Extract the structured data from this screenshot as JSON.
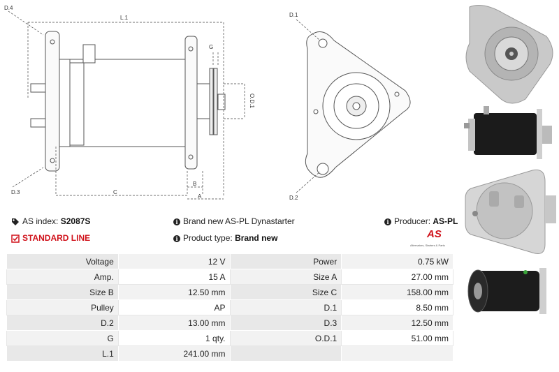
{
  "dimensions": {
    "l1": "L.1",
    "d4": "D.4",
    "d3": "D.3",
    "c": "C",
    "b": "B",
    "a": "A",
    "g": "G",
    "od1": "O.D.1",
    "d1": "D.1",
    "d2": "D.2"
  },
  "info": {
    "as_index_label": "AS index:",
    "as_index_value": "S2087S",
    "description": "Brand new AS-PL Dynastarter",
    "producer_label": "Producer:",
    "producer_value": "AS-PL",
    "standard_line": "STANDARD LINE",
    "product_type_label": "Product type:",
    "product_type_value": "Brand new"
  },
  "logo": {
    "mark": "AS",
    "tagline": "Alternators, Starters & Parts"
  },
  "specs": [
    {
      "l1": "Voltage",
      "v1": "12 V",
      "l2": "Power",
      "v2": "0.75 kW"
    },
    {
      "l1": "Amp.",
      "v1": "15 A",
      "l2": "Size A",
      "v2": "27.00 mm"
    },
    {
      "l1": "Size B",
      "v1": "12.50 mm",
      "l2": "Size C",
      "v2": "158.00 mm"
    },
    {
      "l1": "Pulley",
      "v1": "AP",
      "l2": "D.1",
      "v2": "8.50 mm"
    },
    {
      "l1": "D.2",
      "v1": "13.00 mm",
      "l2": "D.3",
      "v2": "12.50 mm"
    },
    {
      "l1": "G",
      "v1": "1 qty.",
      "l2": "O.D.1",
      "v2": "51.00 mm"
    },
    {
      "l1": "L.1",
      "v1": "241.00 mm",
      "l2": "",
      "v2": ""
    }
  ],
  "colors": {
    "accent": "#d0121b",
    "row_alt": "#f2f2f2"
  },
  "icons": [
    "tag-icon",
    "info-icon",
    "check-square-icon"
  ]
}
